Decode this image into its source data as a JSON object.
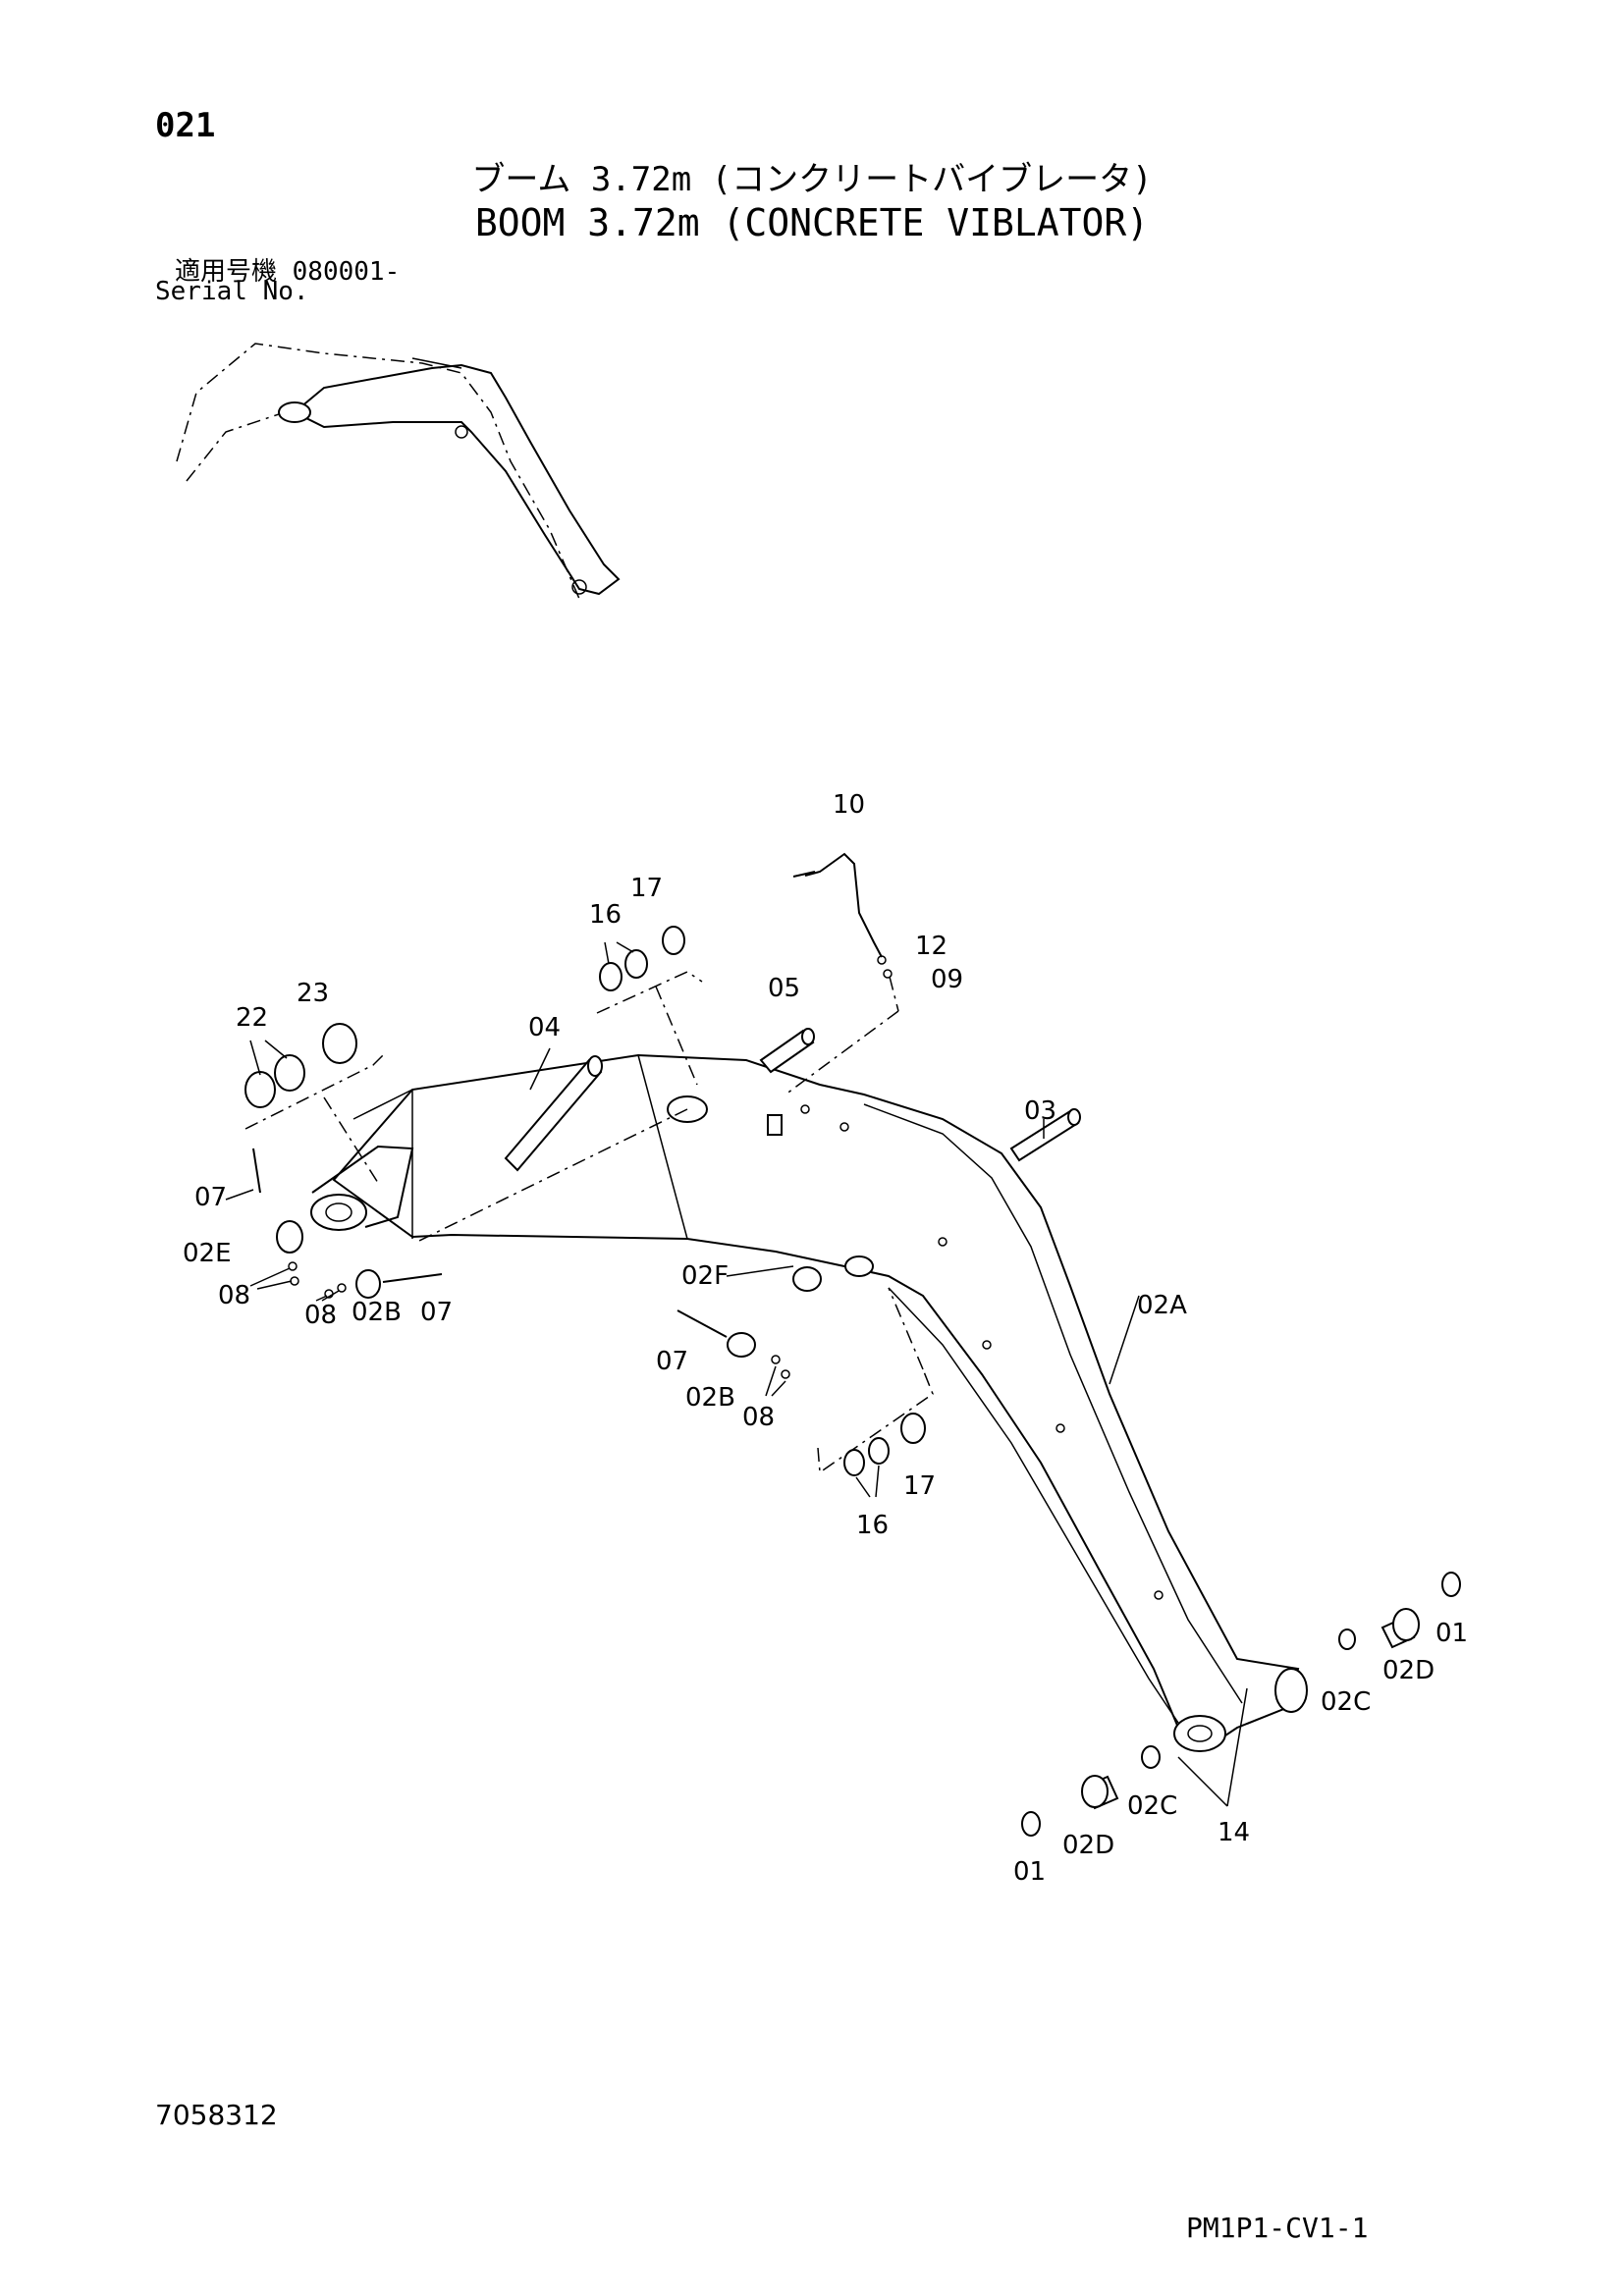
{
  "header": {
    "page_number": "021",
    "title_jp": "ブーム 3.72m (コンクリートバイブレータ)",
    "title_en": "BOOM 3.72m (CONCRETE VIBLATOR)",
    "serial_label_jp": "適用号機 080001-",
    "serial_label_en": "Serial No."
  },
  "footer": {
    "doc_code": "7058312",
    "sheet_code": "PM1P1-CV1-1"
  },
  "callouts": {
    "c10": "10",
    "c17a": "17",
    "c16a": "16",
    "c12": "12",
    "c09": "09",
    "c05": "05",
    "c23": "23",
    "c22": "22",
    "c04": "04",
    "c03": "03",
    "c07a": "07",
    "c02e": "02E",
    "c08a": "08",
    "c08b": "08",
    "c02b_a": "02B",
    "c07b": "07",
    "c02f": "02F",
    "c07c": "07",
    "c02b_b": "02B",
    "c08c": "08",
    "c02a": "02A",
    "c16b": "16",
    "c17b": "17",
    "c01a": "01",
    "c02d_a": "02D",
    "c02c_a": "02C",
    "c02c_b": "02C",
    "c02d_b": "02D",
    "c01b": "01",
    "c14": "14"
  }
}
